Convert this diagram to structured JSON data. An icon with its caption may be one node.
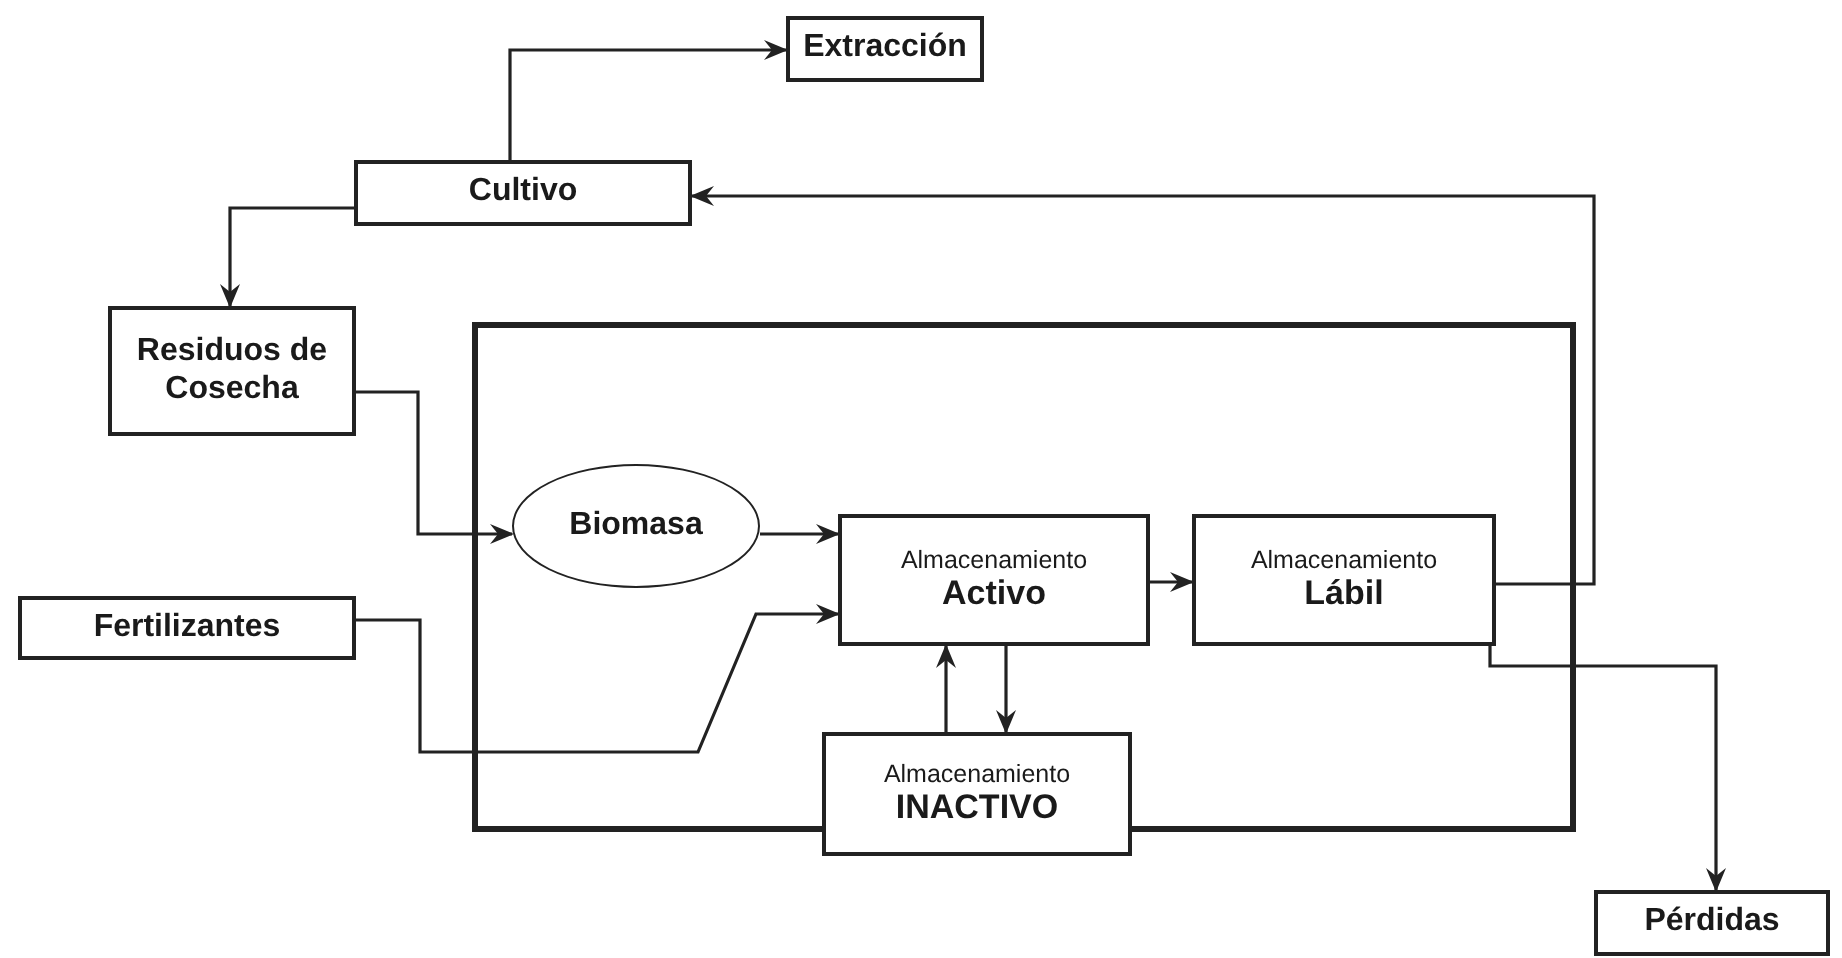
{
  "diagram": {
    "nodes": [
      {
        "text": [
          "Extracción"
        ]
      },
      {
        "text": [
          "Cultivo"
        ]
      },
      {
        "text": [
          "Residuos de Cosecha"
        ]
      },
      {
        "text": [],
        "shape": "box"
      },
      {
        "text": [
          "Biomasa"
        ],
        "in": 3
      },
      {
        "text": [
          "Almacenamiento",
          "Activo"
        ],
        "in": 3
      },
      {
        "text": [
          "Almacenamiento",
          "Lábil"
        ],
        "in": 3
      },
      {
        "text": [
          "Fertilizantes"
        ]
      },
      {
        "text": [
          "Almacenamiento",
          "INACTIVO"
        ]
      },
      {
        "text": [
          "Pérdidas"
        ]
      }
    ],
    "edges": [
      {
        "from": 1,
        "to": 0,
        "arrow": "to"
      },
      {
        "from": 1,
        "to": 2,
        "arrow": "to"
      },
      {
        "from": 2,
        "to": 4,
        "arrow": "to"
      },
      {
        "from": 4,
        "to": 5,
        "arrow": "to"
      },
      {
        "from": 7,
        "to": 5,
        "arrow": "to"
      },
      {
        "from": 5,
        "to": 6,
        "arrow": "to"
      },
      {
        "from": 8,
        "to": 5,
        "arrow": "to"
      },
      {
        "from": 5,
        "to": 8,
        "arrow": "to"
      },
      {
        "from": 6,
        "to": 1,
        "arrow": "to"
      },
      {
        "from": 6,
        "to": 9,
        "arrow": "to"
      }
    ]
  }
}
